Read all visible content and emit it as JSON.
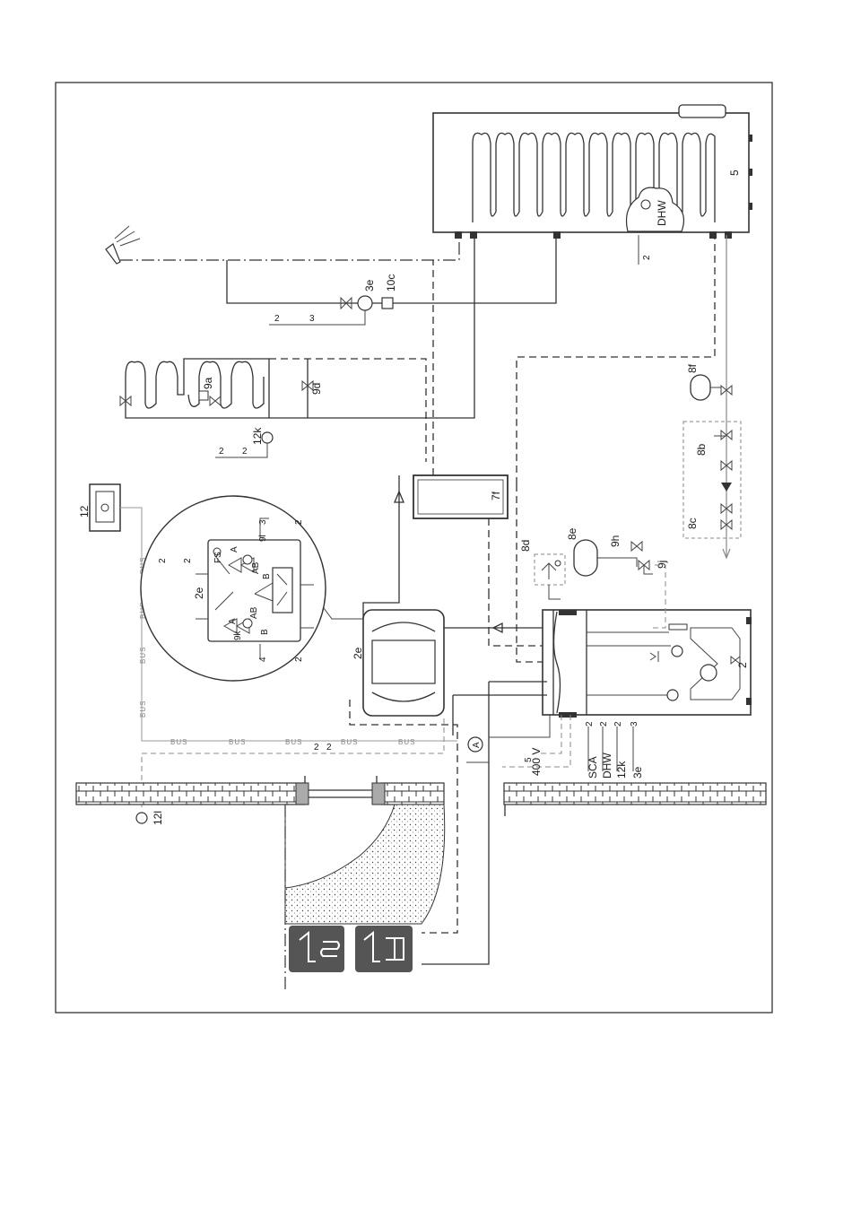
{
  "labels": {
    "tank": "5",
    "dhw_sensor": "DHW",
    "pump_3e": "3e",
    "valve_10c": "10c",
    "valve_9a": "9a",
    "valve_9d": "9d",
    "sensor_12k": "12k",
    "controller_12": "12",
    "buffer_7f": "7f",
    "unit_2e": "2e",
    "detail_2e": "2e",
    "valve_9k": "9k",
    "valve_9l": "9l",
    "flow_switch": "FS",
    "expansion_8e": "8e",
    "group_8d": "8d",
    "valve_9h": "9h",
    "valve_9j": "9j",
    "expansion_8f": "8f",
    "group_8b": "8b",
    "group_8c": "8c",
    "outdoor_unit": "2",
    "sensor_12l": "12l",
    "marker_a": "A",
    "voltage": "400 V",
    "cable_sca": "SCA",
    "cable_dhw": "DHW",
    "cable_12k": "12k",
    "cable_3e": "3e",
    "bus": "BUS",
    "port_a": "A",
    "port_b": "B",
    "port_ab": "AB"
  },
  "wire_counts": {
    "two": "2",
    "three": "3",
    "four": "4",
    "five": "5"
  }
}
